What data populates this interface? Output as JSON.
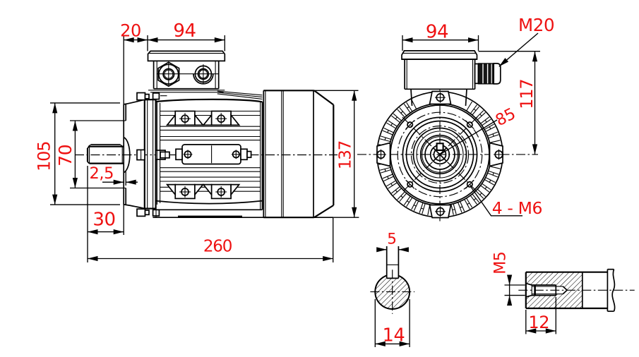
{
  "figure": {
    "type": "technical-drawing",
    "subject": "electric motor dimensional drawing (side view, front view, shaft cross-section, shaft end detail)",
    "background_color": "#ffffff",
    "line_color": "#000000",
    "dimension_color": "#ee1111"
  },
  "views": {
    "side": {
      "label": "side view",
      "dims": {
        "shaft_face_to_box": "20",
        "terminal_box_width": "94",
        "flange_diameter": "105",
        "spigot_diameter": "70",
        "spigot_depth": "2,5",
        "shaft_length": "30",
        "total_length": "260",
        "frame_height": "137"
      }
    },
    "front": {
      "label": "front view",
      "dims": {
        "terminal_box_width": "94",
        "cable_gland_thread": "M20",
        "axis_to_box_top": "117",
        "bolt_circle_diameter": "85",
        "mounting_holes": "4 - M6"
      }
    },
    "shaft_section": {
      "label": "shaft cross section",
      "dims": {
        "key_width": "5",
        "shaft_diameter": "14"
      }
    },
    "shaft_end": {
      "label": "shaft end detail",
      "dims": {
        "tapped_hole_thread": "M5",
        "tapped_hole_depth": "12"
      }
    }
  }
}
